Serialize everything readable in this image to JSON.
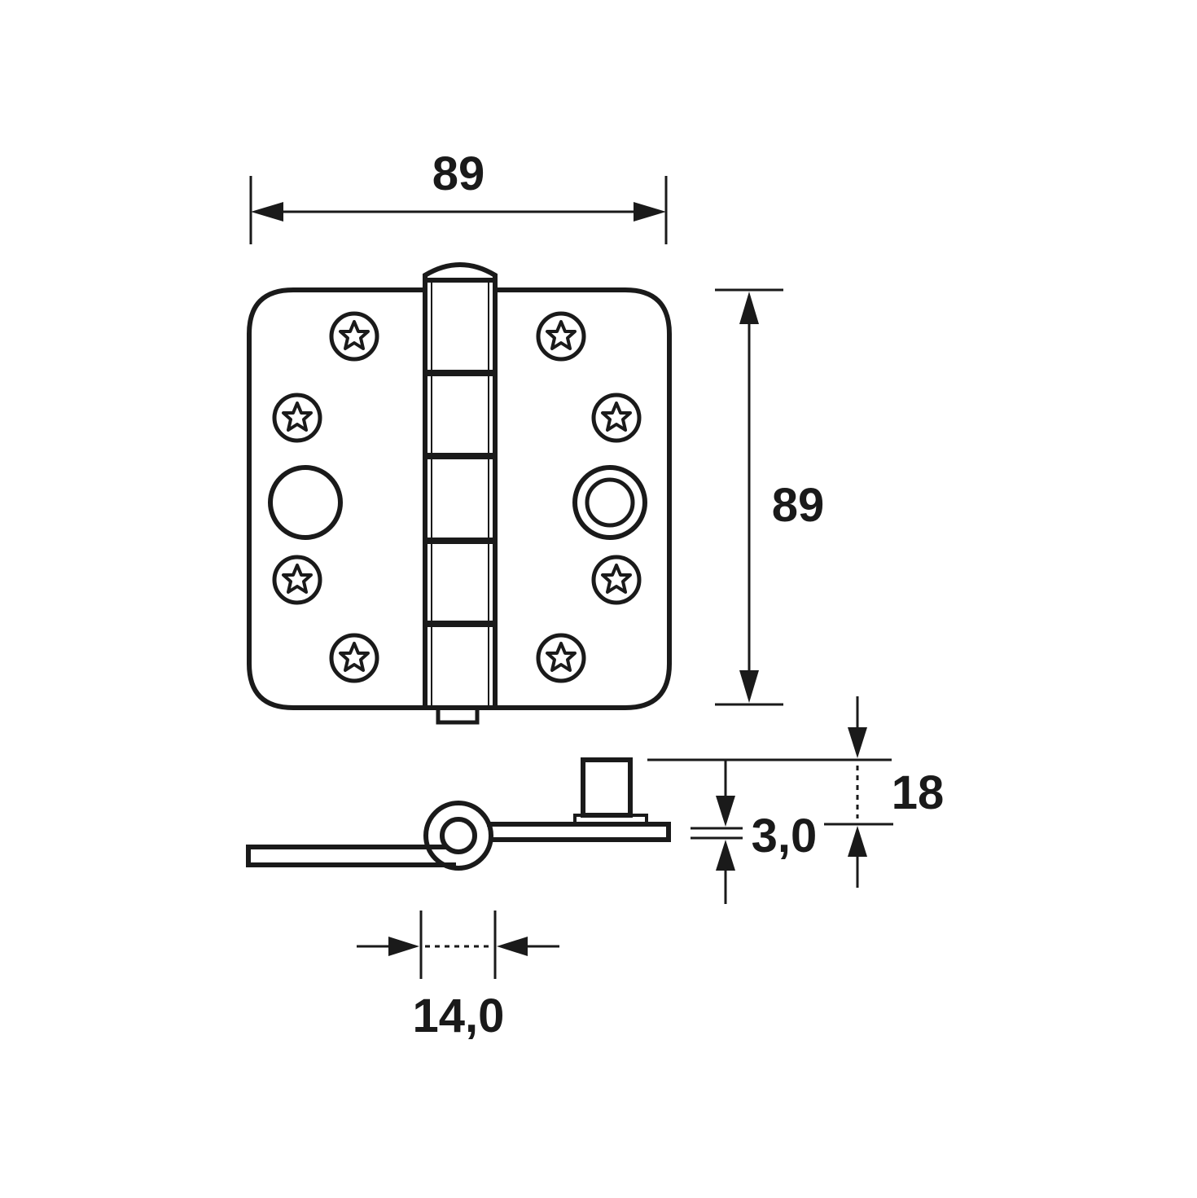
{
  "dimensions": {
    "width": "89",
    "height": "89",
    "leaf_height": "18",
    "leaf_thickness": "3,0",
    "knuckle_diameter": "14,0"
  },
  "colors": {
    "line": "#1a1a1a",
    "background": "#ffffff"
  }
}
